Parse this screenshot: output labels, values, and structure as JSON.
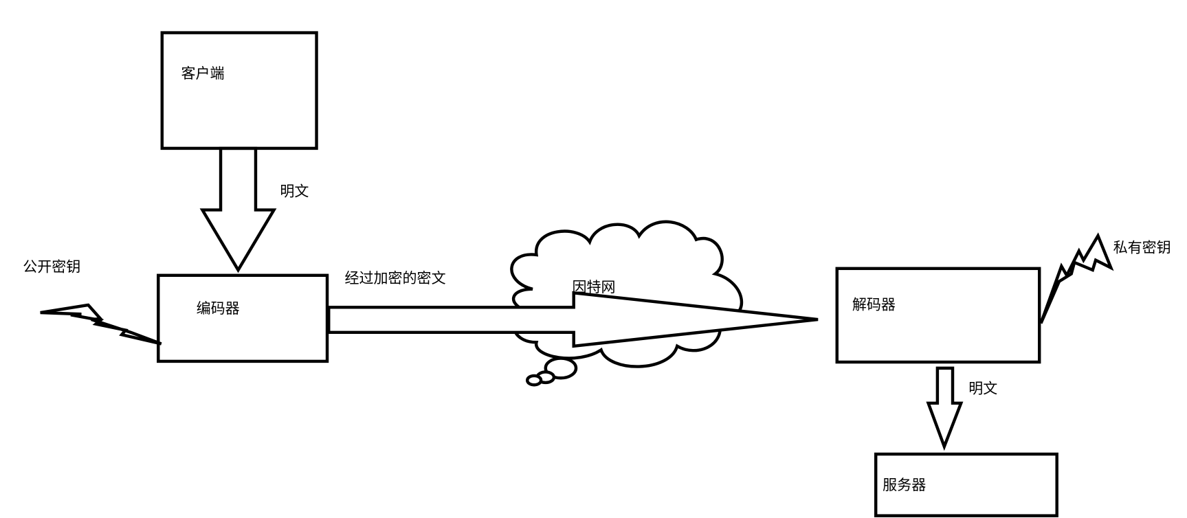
{
  "nodes": {
    "client": "客户端",
    "encoder": "编码器",
    "decoder": "解码器",
    "server": "服务器",
    "internet": "因特网"
  },
  "labels": {
    "plaintext_top": "明文",
    "plaintext_bottom": "明文",
    "ciphertext": "经过加密的密文",
    "public_key": "公开密钥",
    "private_key": "私有密钥"
  },
  "colors": {
    "stroke": "#000000",
    "background": "#ffffff"
  }
}
